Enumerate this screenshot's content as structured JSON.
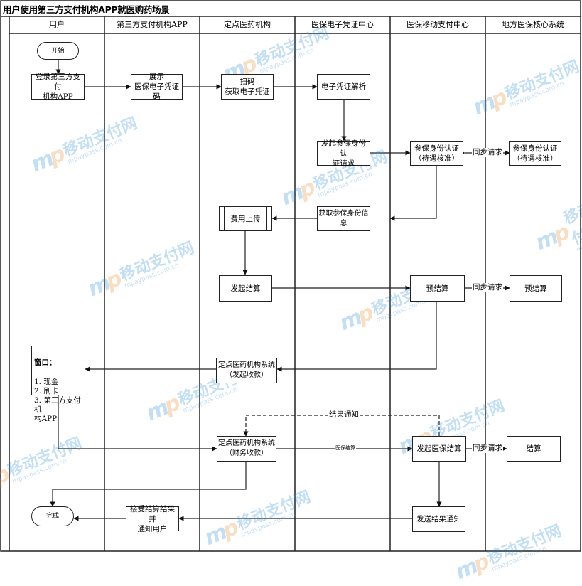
{
  "title": "用户使用第三方支付机构APP就医购药场景",
  "lanes": [
    {
      "label": "用户"
    },
    {
      "label": "第三方支付机构APP"
    },
    {
      "label": "定点医药机构"
    },
    {
      "label": "医保电子凭证中心"
    },
    {
      "label": "医保移动支付中心"
    },
    {
      "label": "地方医保核心系统"
    }
  ],
  "nodes": {
    "start": "开始",
    "login": "登录第三方支付\n机构APP",
    "show_code": "展示\n医保电子凭证码",
    "scan": "扫码\n获取电子凭证",
    "parse": "电子凭证解析",
    "auth_request": "发起参保身份认\n证请求",
    "auth_mobile": "参保身份认证\n（待遇核准）",
    "auth_core": "参保身份认证\n（待遇核准）",
    "get_info": "获取参保身份信\n息",
    "upload_fee": "费用上传",
    "start_settle": "发起结算",
    "pre_settle_mobile": "预结算",
    "pre_settle_core": "预结算",
    "window_title": "窗口：",
    "window_items": "1. 现金\n2. 刷卡\n3. 第三方支付机\n构APP",
    "collect": "定点医药机构系统\n（发起收款）",
    "finance": "定点医药机构系统\n（财务收款）",
    "insurance_settle": "发起医保结算",
    "settle_core": "结算",
    "send_notice": "发送结果通知",
    "receive_notice": "接受结算结果并\n通知用户",
    "end": "完成"
  },
  "edge_labels": {
    "sync1": "同步请求",
    "sync2": "同步请求",
    "sync3": "同步请求",
    "result_notice": "结果通知",
    "insurance_settle_small": "医保结算"
  },
  "watermark": {
    "logo": "mp",
    "cn": "移动支付网",
    "en": "mpaypass.com.cn"
  }
}
